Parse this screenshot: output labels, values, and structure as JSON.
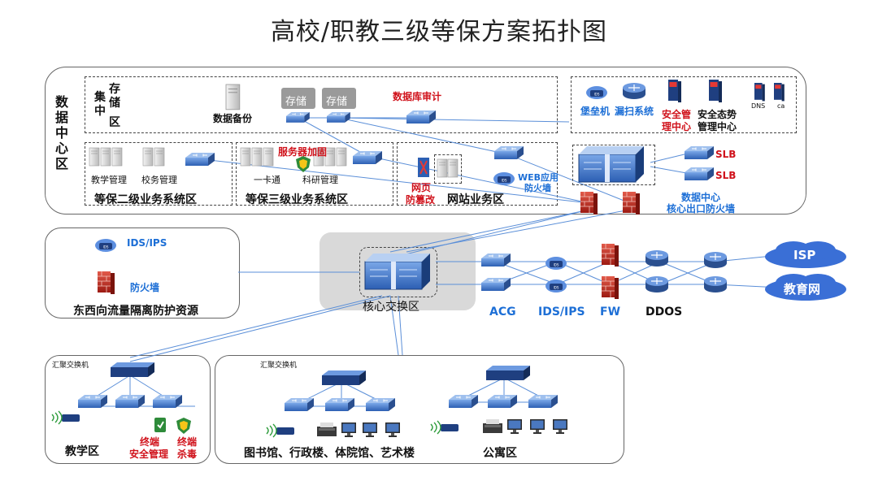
{
  "title": "高校/职教三级等保方案拓扑图",
  "colors": {
    "accent_blue": "#1d6fd6",
    "accent_red": "#d0121b",
    "cloud": "#3a6fd6",
    "panel_border": "#666666",
    "core_bg": "#d9d9d9"
  },
  "data_center": {
    "label": "数据中心区",
    "storage": {
      "label_a": "集中",
      "label_b": "存储",
      "label_c": "区",
      "backup": "数据备份",
      "store1": "存储",
      "store2": "存储",
      "db_audit": "数据库审计"
    },
    "mgmt": {
      "bastion": "堡垒机",
      "scanner": "漏扫系统",
      "sec_mgmt_1": "安全管",
      "sec_mgmt_2": "理中心",
      "situation_1": "安全态势",
      "situation_2": "管理中心",
      "dns": "DNS",
      "ca": "ca"
    },
    "level2": {
      "label": "等保二级业务系统区",
      "teaching_mgmt": "教学管理",
      "school_mgmt": "校务管理"
    },
    "level3": {
      "label": "等保三级业务系统区",
      "server_hardening": "服务器加固",
      "card": "一卡通",
      "research": "科研管理"
    },
    "web": {
      "label": "网站业务区",
      "anti_tamper_1": "网页",
      "anti_tamper_2": "防篡改",
      "waf_1": "WEB应用",
      "waf_2": "防火墙"
    },
    "slb1": "SLB",
    "slb2": "SLB",
    "exit_fw_1": "数据中心",
    "exit_fw_2": "核心出口防火墙"
  },
  "east_west": {
    "label": "东西向流量隔离防护资源",
    "ids": "IDS/IPS",
    "fw": "防火墙"
  },
  "core": {
    "label": "核心交换区"
  },
  "egress": {
    "acg": "ACG",
    "ids": "IDS/IPS",
    "fw": "FW",
    "ddos": "DDOS",
    "isp": "ISP",
    "edu": "教育网"
  },
  "teaching": {
    "label": "教学区",
    "agg": "汇聚交换机",
    "terminal_mgmt_1": "终端",
    "terminal_mgmt_2": "安全管理",
    "antivirus_1": "终端",
    "antivirus_2": "杀毒"
  },
  "campus": {
    "agg": "汇聚交换机",
    "library": "图书馆、行政楼、体院馆、艺术楼",
    "dorm": "公寓区"
  }
}
